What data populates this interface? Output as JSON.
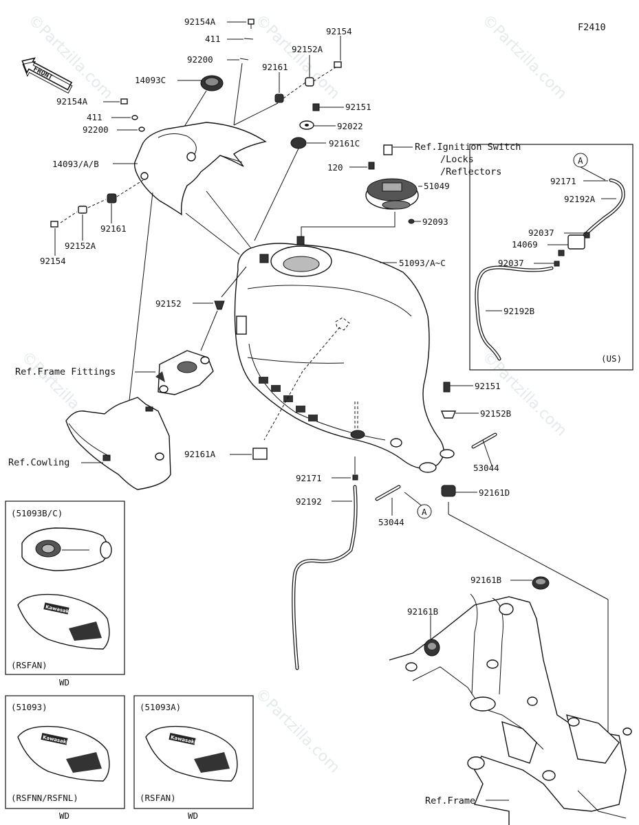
{
  "diagram_code": "F2410",
  "front_label": "FRONT",
  "watermark": "©Partzilla.com",
  "callouts": {
    "c92154A_top": "92154A",
    "c411_top": "411",
    "c92200_top": "92200",
    "c92154_top": "92154",
    "c92152A_top": "92152A",
    "c92161_top": "92161",
    "c14093C": "14093C",
    "c92154A_left": "92154A",
    "c411_left": "411",
    "c92200_left": "92200",
    "c14093ABB": "14093/A/B",
    "c92161_left": "92161",
    "c92152A_left": "92152A",
    "c92154_left": "92154",
    "c92151_top": "92151",
    "c92022": "92022",
    "c92161C": "92161C",
    "c120": "120",
    "ref_ignition_1": "Ref.Ignition Switch",
    "ref_ignition_2": "/Locks",
    "ref_ignition_3": "/Reflectors",
    "c51049": "51049",
    "c92093": "92093",
    "c51093AC": "51093/A~C",
    "c92152": "92152",
    "ref_frame_fittings": "Ref.Frame Fittings",
    "ref_cowling": "Ref.Cowling",
    "c92161A": "92161A",
    "c92151_right": "92151",
    "c92152B": "92152B",
    "c53044_right": "53044",
    "c92171_mid": "92171",
    "c92192": "92192",
    "c53044_mid": "53044",
    "marker_a_mid": "A",
    "c92161D": "92161D",
    "c92161B_right": "92161B",
    "c92161B_left": "92161B",
    "ref_frame": "Ref.Frame"
  },
  "us_inset": {
    "marker": "A",
    "c92171": "92171",
    "c92192A": "92192A",
    "c92037_top": "92037",
    "c14069": "14069",
    "c92037_low": "92037",
    "c92192B": "92192B",
    "region": "(US)"
  },
  "variant_insets": [
    {
      "code": "(51093B/C)",
      "model": "(RSFAN)",
      "caption": "WD"
    },
    {
      "code": "(51093)",
      "model": "(RSFNN/RSFNL)",
      "caption": "WD"
    },
    {
      "code": "(51093A)",
      "model": "(RSFAN)",
      "caption": "WD"
    }
  ],
  "decal_text": "Kawasaki"
}
